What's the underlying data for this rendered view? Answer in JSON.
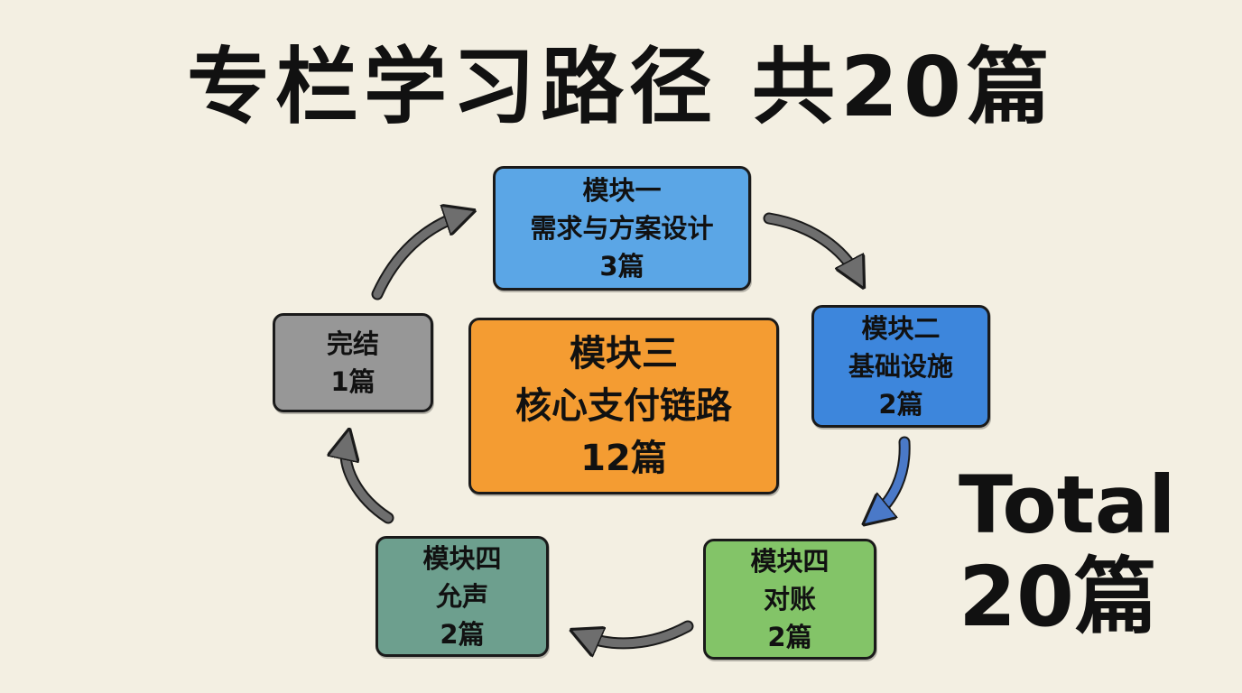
{
  "title": "专栏学习路径 共20篇",
  "modules": {
    "m1": {
      "line1": "模块一",
      "line2": "需求与方案设计",
      "line3": "3篇"
    },
    "m2": {
      "line1": "模块二",
      "line2": "基础设施",
      "line3": "2篇"
    },
    "m3": {
      "line1": "模块三",
      "line2": "核心支付链路",
      "line3": "12篇"
    },
    "m4a": {
      "line1": "模块四",
      "line2": "对账",
      "line3": "2篇"
    },
    "m4b": {
      "line1": "模块四",
      "line2": "允声",
      "line3": "2篇"
    },
    "finish": {
      "line1": "完结",
      "line2": "1篇"
    }
  },
  "total": {
    "line1": "Total",
    "line2": "20篇"
  },
  "colors": {
    "background": "#f3efe2",
    "module1": "#5ba6e6",
    "module2": "#3d86dc",
    "module3": "#f49c32",
    "module4_reconcile": "#83c468",
    "module4_other": "#6d9f8e",
    "finish": "#979797",
    "arrow_gray": "#6e6e6e",
    "arrow_blue": "#4a79c8"
  },
  "icons": [
    "arrow-icon"
  ]
}
